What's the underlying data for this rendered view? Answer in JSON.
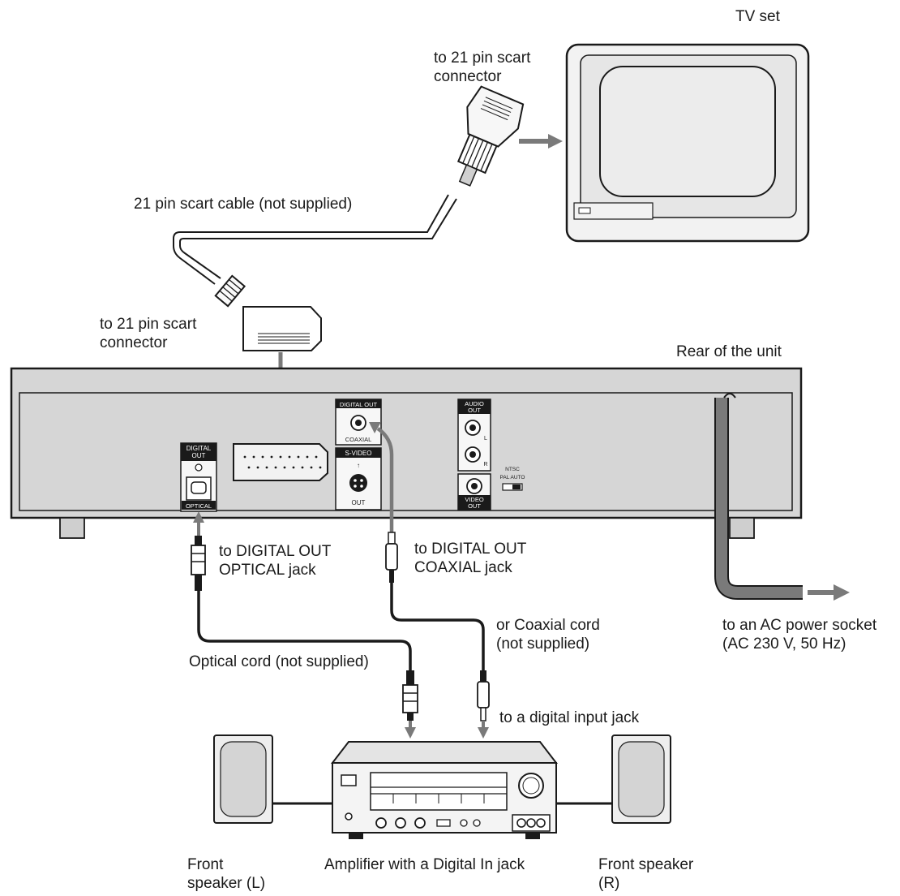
{
  "labels": {
    "tv_set": "TV set",
    "to_scart_top": "to 21 pin scart\nconnector",
    "scart_cable": "21 pin scart cable (not supplied)",
    "to_scart_bottom": "to 21 pin scart\nconnector",
    "rear_of_unit": "Rear of the unit",
    "to_optical": "to DIGITAL OUT\nOPTICAL jack",
    "to_coaxial": "to DIGITAL OUT\nCOAXIAL jack",
    "coaxial_cord": "or Coaxial cord\n(not supplied)",
    "optical_cord": "Optical cord (not supplied)",
    "digital_input": "to a digital input jack",
    "ac_power": "to an AC power socket\n(AC 230 V, 50 Hz)",
    "front_speaker_l": "Front\nspeaker (L)",
    "amplifier": "Amplifier with a Digital In jack",
    "front_speaker_r": "Front speaker\n(R)"
  },
  "panel_labels": {
    "digital_out_optical_title": "DIGITAL\nOUT",
    "optical": "OPTICAL",
    "digital_out_coaxial_title": "DIGITAL OUT",
    "coaxial": "COAXIAL",
    "s_video": "S-VIDEO",
    "out": "OUT",
    "audio_out": "AUDIO\nOUT",
    "audio_l": "L",
    "audio_r": "R",
    "video_out": "VIDEO\nOUT",
    "ntsc": "NTSC",
    "pal_auto": "PAL AUTO"
  },
  "colors": {
    "line": "#1a1a1a",
    "panel": "#d6d6d6",
    "panel_dark": "#bdbdbd",
    "arrow": "#7a7a7a",
    "tv_screen": "#ececec"
  }
}
